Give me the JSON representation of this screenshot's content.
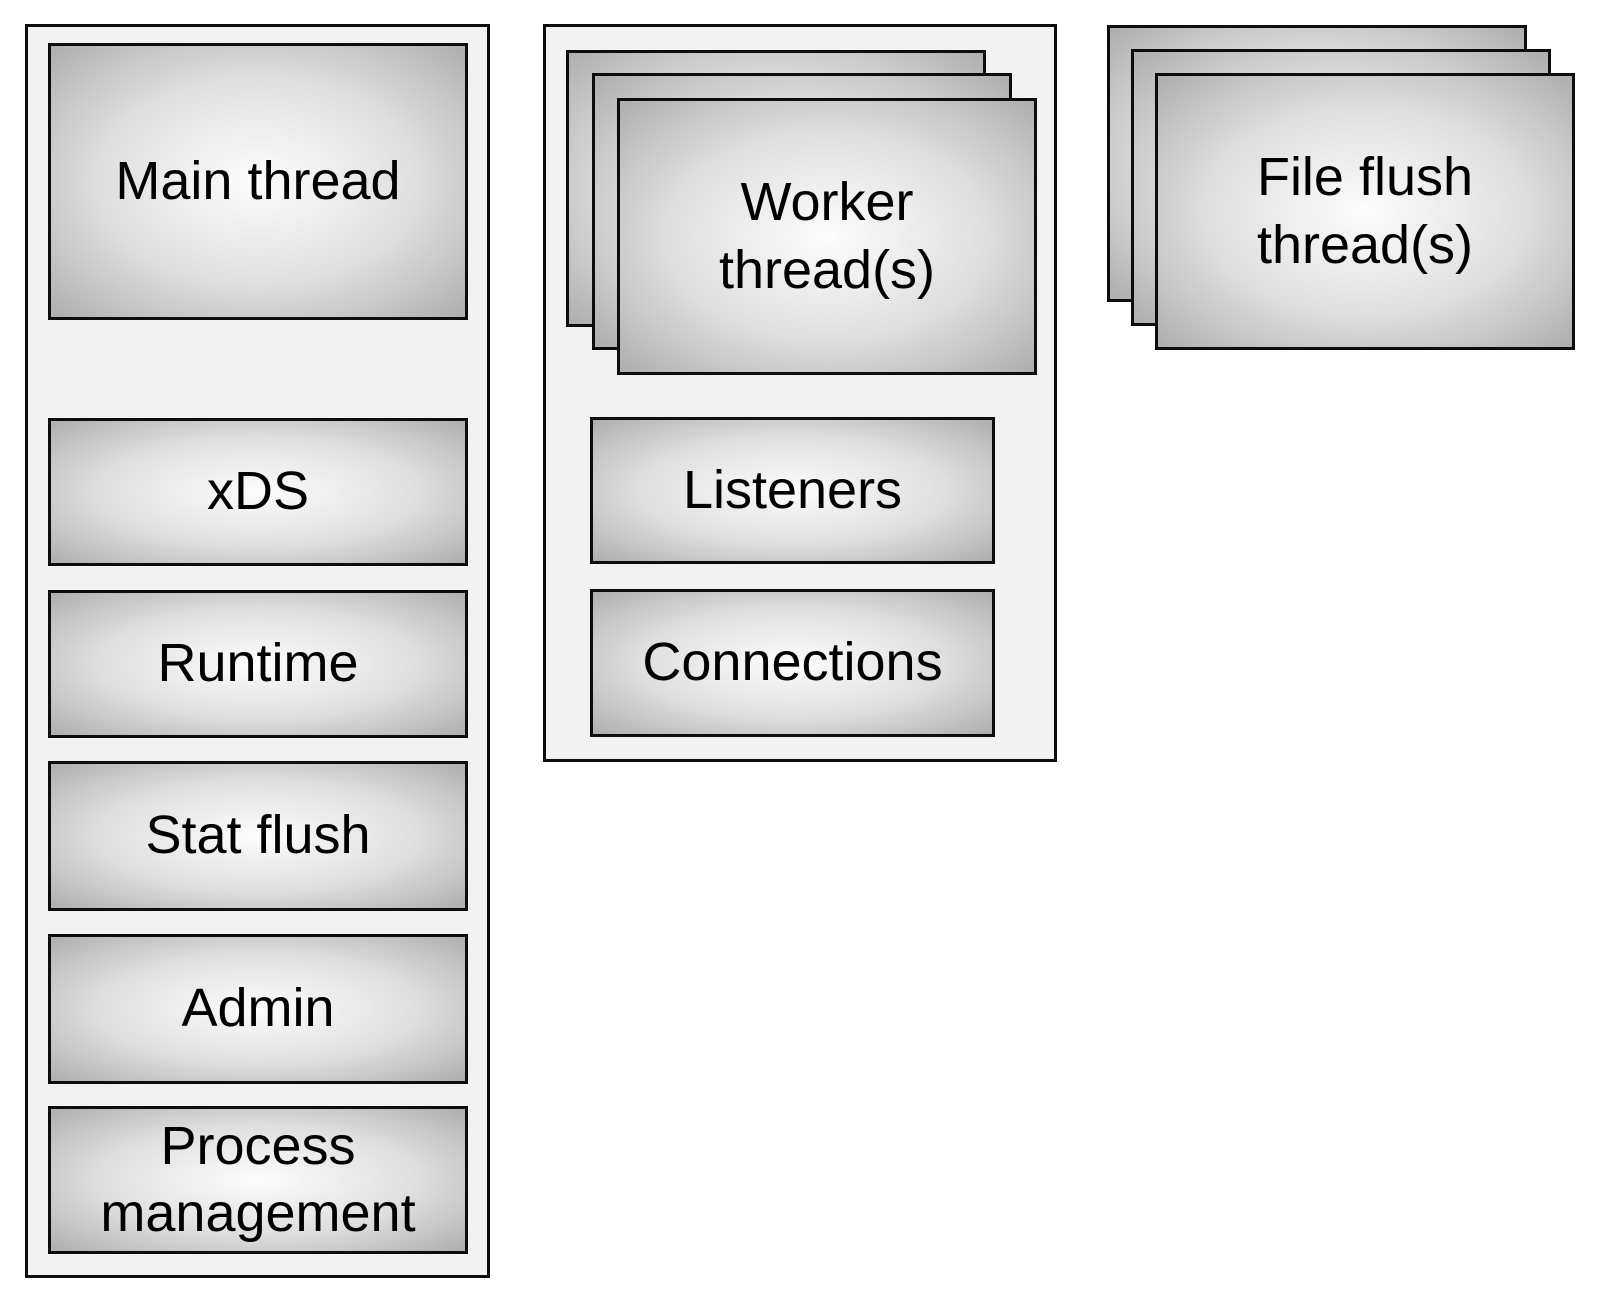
{
  "colors": {
    "page_bg": "#ffffff",
    "container_fill": "#f2f2f2",
    "border": "#0d0d0d",
    "gradient_center": "#fdfdfd",
    "gradient_mid": "#dedede",
    "gradient_edge": "#aeaeae",
    "text": "#000000"
  },
  "main_thread_group": {
    "title": "Main thread",
    "items": [
      {
        "label": "xDS"
      },
      {
        "label": "Runtime"
      },
      {
        "label": "Stat flush"
      },
      {
        "label": "Admin"
      },
      {
        "label": "Process management"
      }
    ]
  },
  "worker_group": {
    "title": "Worker thread(s)",
    "stack_count": 3,
    "items": [
      {
        "label": "Listeners"
      },
      {
        "label": "Connections"
      }
    ]
  },
  "file_flush_group": {
    "title": "File flush thread(s)",
    "stack_count": 3
  }
}
